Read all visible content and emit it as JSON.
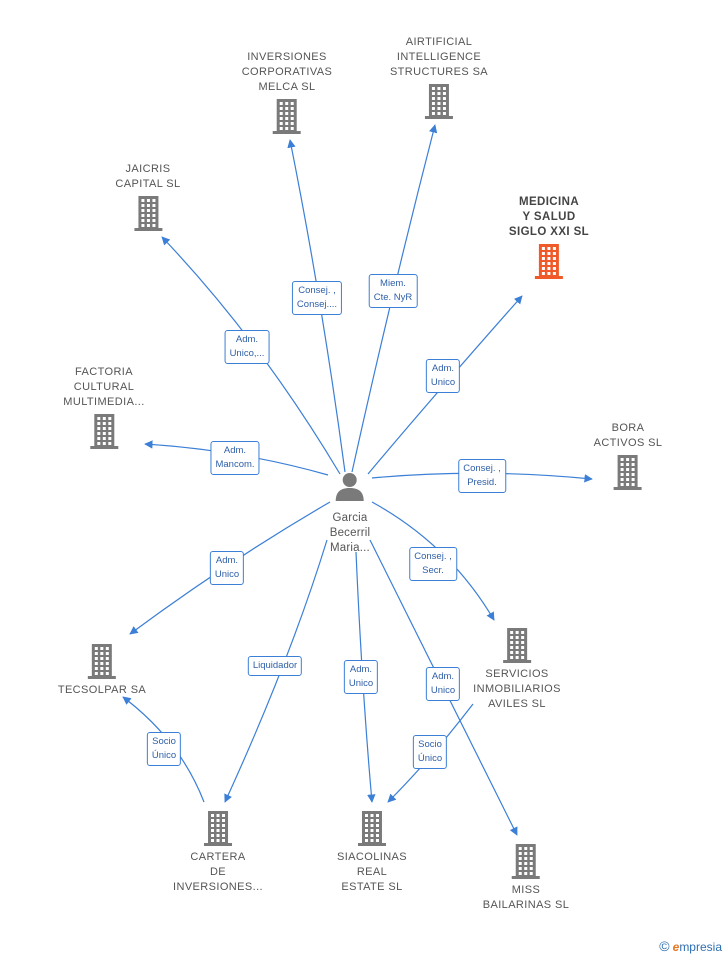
{
  "center": {
    "name": "Garcia\nBecerril\nMaria..."
  },
  "companies": [
    {
      "id": "inversiones",
      "name": "INVERSIONES\nCORPORATIVAS\nMELCA  SL",
      "highlight": false
    },
    {
      "id": "airtificial",
      "name": "AIRTIFICIAL\nINTELLIGENCE\nSTRUCTURES SA",
      "highlight": false
    },
    {
      "id": "jaicris",
      "name": "JAICRIS\nCAPITAL  SL",
      "highlight": false
    },
    {
      "id": "medicina",
      "name": "MEDICINA\nY SALUD\nSIGLO XXI  SL",
      "highlight": true
    },
    {
      "id": "factoria",
      "name": "FACTORIA\nCULTURAL\nMULTIMEDIA...",
      "highlight": false
    },
    {
      "id": "bora",
      "name": "BORA\nACTIVOS  SL",
      "highlight": false
    },
    {
      "id": "tecsolpar",
      "name": "TECSOLPAR SA",
      "highlight": false
    },
    {
      "id": "servicios",
      "name": "SERVICIOS\nINMOBILIARIOS\nAVILES SL",
      "highlight": false
    },
    {
      "id": "cartera",
      "name": "CARTERA\nDE\nINVERSIONES...",
      "highlight": false
    },
    {
      "id": "siacolinas",
      "name": "SIACOLINAS\nREAL\nESTATE  SL",
      "highlight": false
    },
    {
      "id": "miss",
      "name": "MISS\nBAILARINAS SL",
      "highlight": false
    }
  ],
  "relations": [
    {
      "id": "r-inversiones",
      "label": "Consej. ,\nConsej...."
    },
    {
      "id": "r-airtificial",
      "label": "Miem.\nCte. NyR"
    },
    {
      "id": "r-jaicris",
      "label": "Adm.\nUnico,..."
    },
    {
      "id": "r-medicina",
      "label": "Adm.\nUnico"
    },
    {
      "id": "r-factoria",
      "label": "Adm.\nMancom."
    },
    {
      "id": "r-bora",
      "label": "Consej. ,\nPresid."
    },
    {
      "id": "r-tecsolpar",
      "label": "Adm.\nUnico"
    },
    {
      "id": "r-servicios",
      "label": "Consej. ,\nSecr."
    },
    {
      "id": "r-cartera",
      "label": "Liquidador"
    },
    {
      "id": "r-siacolinas",
      "label": "Adm.\nUnico"
    },
    {
      "id": "r-miss",
      "label": "Adm.\nUnico"
    },
    {
      "id": "r-cartera-tecsolpar",
      "label": "Socio\nÚnico"
    },
    {
      "id": "r-servicios-siacolinas",
      "label": "Socio\nÚnico"
    }
  ],
  "colors": {
    "edge": "#3b7fd6",
    "building": "#7a7a7a",
    "highlight": "#f05a28",
    "person": "#7a7a7a"
  },
  "brand": {
    "copyright": "©",
    "e": "e",
    "rest": "mpresia"
  }
}
